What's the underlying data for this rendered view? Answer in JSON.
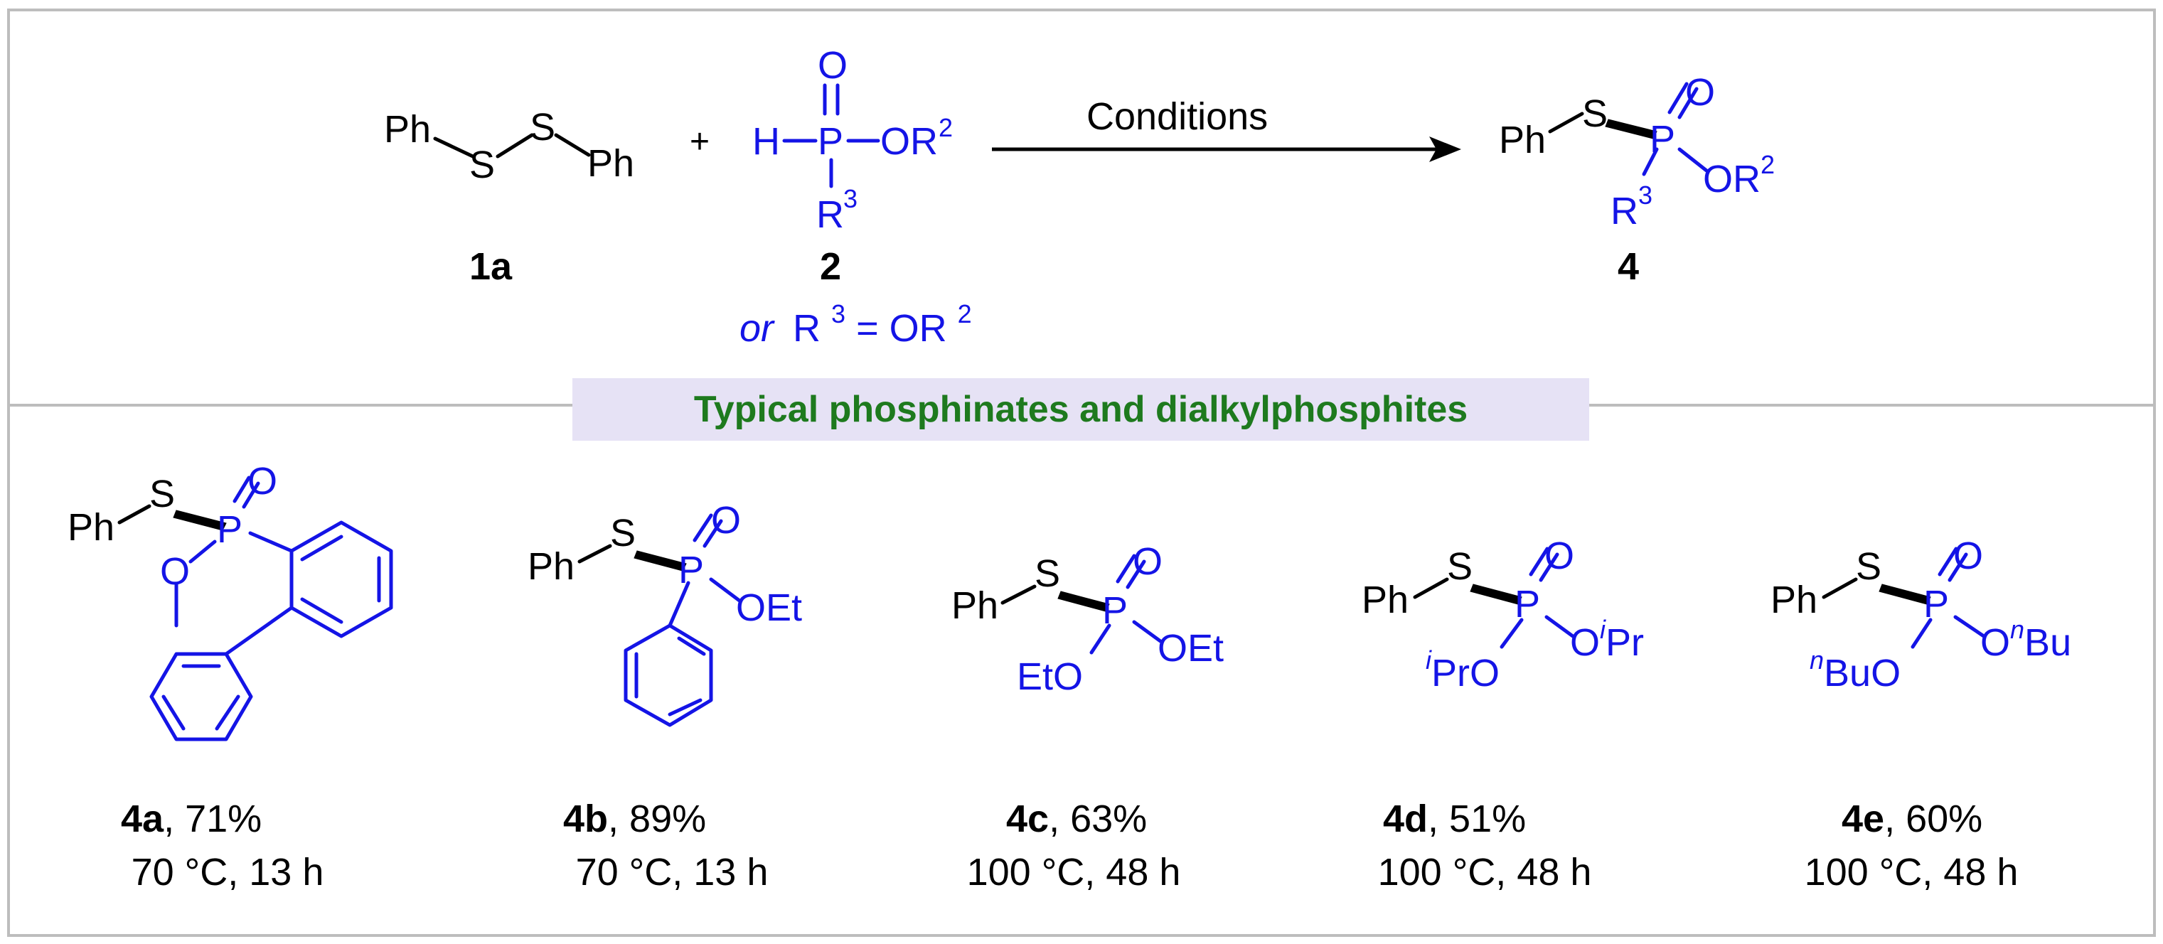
{
  "reaction": {
    "reactant_1": {
      "id": "1a",
      "groups": {
        "ph_left": "Ph",
        "s_left": "S",
        "s_right": "S",
        "ph_right": "Ph"
      }
    },
    "plus": "+",
    "reactant_2": {
      "id": "2",
      "atoms": {
        "o": "O",
        "h": "H",
        "p": "P",
        "or2": "OR",
        "r3": "R"
      },
      "superscripts": {
        "or2": "2",
        "r3": "3"
      },
      "note": {
        "or": "or",
        "r": "R",
        "sup3": "3",
        "eq": " = OR",
        "sup2": "2"
      }
    },
    "arrow_label": "Conditions",
    "product": {
      "id": "4",
      "atoms": {
        "ph": "Ph",
        "s": "S",
        "p": "P",
        "o": "O",
        "or2": "OR",
        "r3": "R"
      },
      "superscripts": {
        "or2": "2",
        "r3": "3"
      }
    }
  },
  "banner": {
    "text": "Typical phosphinates and dialkylphosphites"
  },
  "products": [
    {
      "id": "4a",
      "yield": ", 71%",
      "conditions": "70 °C, 13 h",
      "atoms": {
        "ph": "Ph",
        "s": "S",
        "p": "P",
        "o_top": "O",
        "o_ring": "O"
      }
    },
    {
      "id": "4b",
      "yield": ", 89%",
      "conditions": "70 °C, 13 h",
      "atoms": {
        "ph": "Ph",
        "s": "S",
        "p": "P",
        "o_top": "O",
        "oet": "OEt"
      }
    },
    {
      "id": "4c",
      "yield": ", 63%",
      "conditions": "100 °C, 48 h",
      "atoms": {
        "ph": "Ph",
        "s": "S",
        "p": "P",
        "o_top": "O",
        "oet_right": "OEt",
        "eto_left": "EtO"
      }
    },
    {
      "id": "4d",
      "yield": ", 51%",
      "conditions": "100 °C, 48 h",
      "atoms": {
        "ph": "Ph",
        "s": "S",
        "p": "P",
        "o_top": "O",
        "right_o": "O",
        "right_sup": "i",
        "right_tail": "Pr",
        "left_sup": "i",
        "left_tail": "PrO"
      }
    },
    {
      "id": "4e",
      "yield": ", 60%",
      "conditions": "100 °C, 48 h",
      "atoms": {
        "ph": "Ph",
        "s": "S",
        "p": "P",
        "o_top": "O",
        "right_o": "O",
        "right_sup": "n",
        "right_tail": "Bu",
        "left_sup": "n",
        "left_tail": "BuO"
      }
    }
  ],
  "colors": {
    "frame": "#bdbdbd",
    "reagent_blue": "#1414e6",
    "banner_bg": "#e6e2f5",
    "banner_text": "#1e7a1e"
  }
}
